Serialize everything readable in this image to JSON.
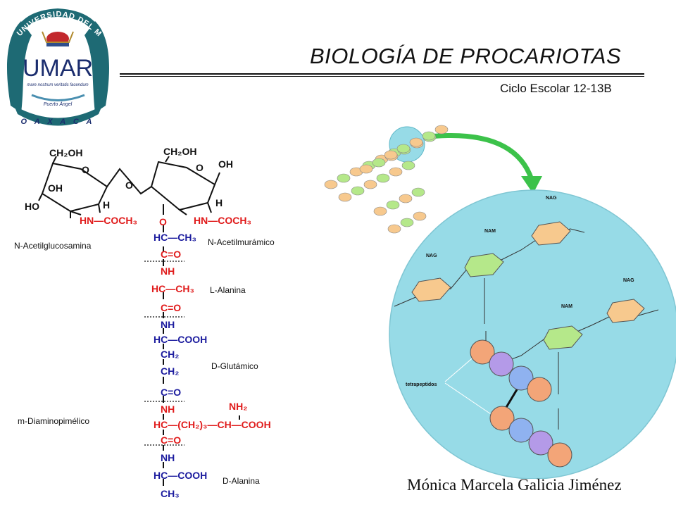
{
  "header": {
    "title": "BIOLOGÍA DE PROCARIOTAS",
    "subtitle": "Ciclo Escolar 12-13B"
  },
  "logo": {
    "arc_text": "UNIVERSIDAD DEL MAR",
    "letters": "UMAR",
    "motto": "mare nostrum veritatis facendum",
    "place": "Puerto Ángel",
    "state": "O A X A C A"
  },
  "footer": {
    "author": "Mónica Marcela Galicia Jiménez"
  },
  "structure": {
    "left_ring_group": "CH₂OH",
    "right_ring_group": "CH₂OH",
    "oh_top": "OH",
    "oh_left": "OH",
    "ho_left": "HO",
    "h_left": "H",
    "h_right": "H",
    "ring_o1": "O",
    "ring_o2": "O",
    "bridge_o": "O",
    "hn_coch3_1": "HN—COCH₃",
    "hn_coch3_2": "HN—COCH₃",
    "nag_label": "N-Acetilglucosamina",
    "nam_label": "N-Acetilmurámico",
    "chain": {
      "o1": "O",
      "hc_ch3": "HC—CH₃",
      "c_o1": "C=O",
      "nh1": "NH",
      "hc_ch3_2": "HC—CH₃",
      "c_o2": "C=O",
      "nh2": "NH",
      "hc_cooh": "HC—COOH",
      "ch2_a": "CH₂",
      "ch2_b": "CH₂",
      "c_o3": "C=O",
      "nh3": "NH",
      "hc_side": "HC—(CH₂)₃—CH—COOH",
      "nh2_top": "NH₂",
      "c_o4": "C=O",
      "nh4": "NH",
      "hc_cooh2": "HC—COOH",
      "ch3_end": "CH₃"
    },
    "labels": {
      "l_ala": "L-Alanina",
      "d_glu": "D-Glutámico",
      "m_dap": "m-Diaminopimélico",
      "d_ala": "D-Alanina"
    }
  },
  "wall_diagram": {
    "nag": "NAG",
    "nam": "NAM",
    "tetrapeptidos": "tetrapeptidos",
    "colors": {
      "nag_fill": "#f7c98e",
      "nam_fill": "#b5e88a",
      "circle_fill": "#97dbe7",
      "peptide_orange": "#f3a578",
      "peptide_purple": "#b49ae8",
      "peptide_blue": "#8fb2f0",
      "arrow": "#3cc24a"
    }
  }
}
